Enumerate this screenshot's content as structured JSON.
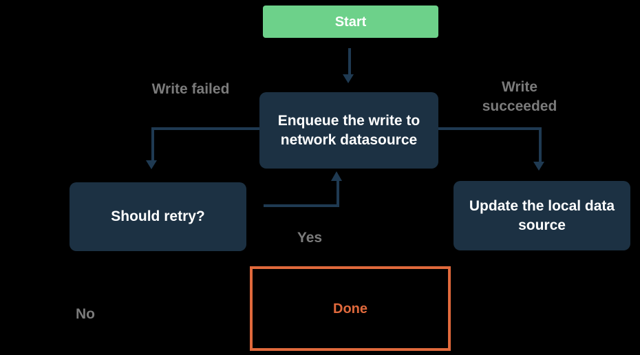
{
  "diagram": {
    "title": "offline-first write flowchart",
    "nodes": {
      "start": {
        "label": "Start"
      },
      "enqueue": {
        "label": "Enqueue the write to network datasource"
      },
      "should_retry": {
        "label": "Should retry?"
      },
      "update_local": {
        "label": "Update the local data source"
      },
      "done": {
        "label": "Done"
      }
    },
    "edges": {
      "write_failed": {
        "label": "Write failed"
      },
      "write_succeeded": {
        "label": "Write succeeded"
      },
      "yes": {
        "label": "Yes"
      },
      "no": {
        "label": "No"
      }
    }
  },
  "colors": {
    "background": "#000000",
    "start_fill": "#6dd18a",
    "node_fill": "#1c3143",
    "node_text": "#ffffff",
    "arrow": "#1f3a52",
    "edge_label": "#7b7b7b",
    "done_accent": "#e0693c"
  }
}
